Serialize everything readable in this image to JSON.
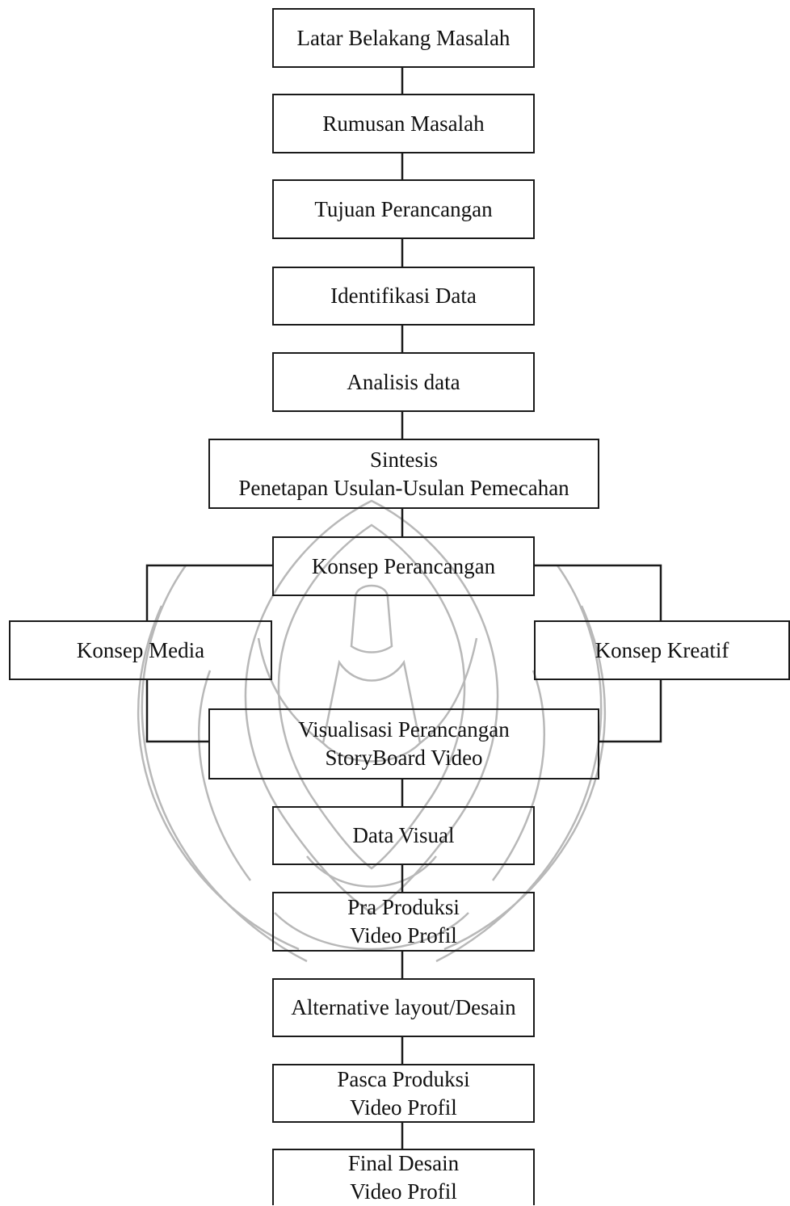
{
  "flowchart": {
    "nodes": {
      "latar_belakang": [
        "Latar Belakang Masalah"
      ],
      "rumusan_masalah": [
        "Rumusan Masalah"
      ],
      "tujuan_perancangan": [
        "Tujuan Perancangan"
      ],
      "identifikasi_data": [
        "Identifikasi Data"
      ],
      "analisis_data": [
        "Analisis data"
      ],
      "sintesis": [
        "Sintesis",
        "Penetapan Usulan-Usulan Pemecahan"
      ],
      "konsep_perancangan": [
        "Konsep Perancangan"
      ],
      "konsep_media": [
        "Konsep Media"
      ],
      "konsep_kreatif": [
        "Konsep Kreatif"
      ],
      "visualisasi": [
        "Visualisasi Perancangan",
        "StoryBoard Video"
      ],
      "data_visual": [
        "Data Visual"
      ],
      "pra_produksi": [
        "Pra Produksi",
        "Video Profil"
      ],
      "alternative_layout": [
        "Alternative layout/Desain"
      ],
      "pasca_produksi": [
        "Pasca Produksi",
        "Video Profil"
      ],
      "final_desain": [
        "Final Desain",
        "Video Profil"
      ]
    },
    "line_color": "#1a1a1a",
    "watermark_color": "#8a8a8a"
  }
}
